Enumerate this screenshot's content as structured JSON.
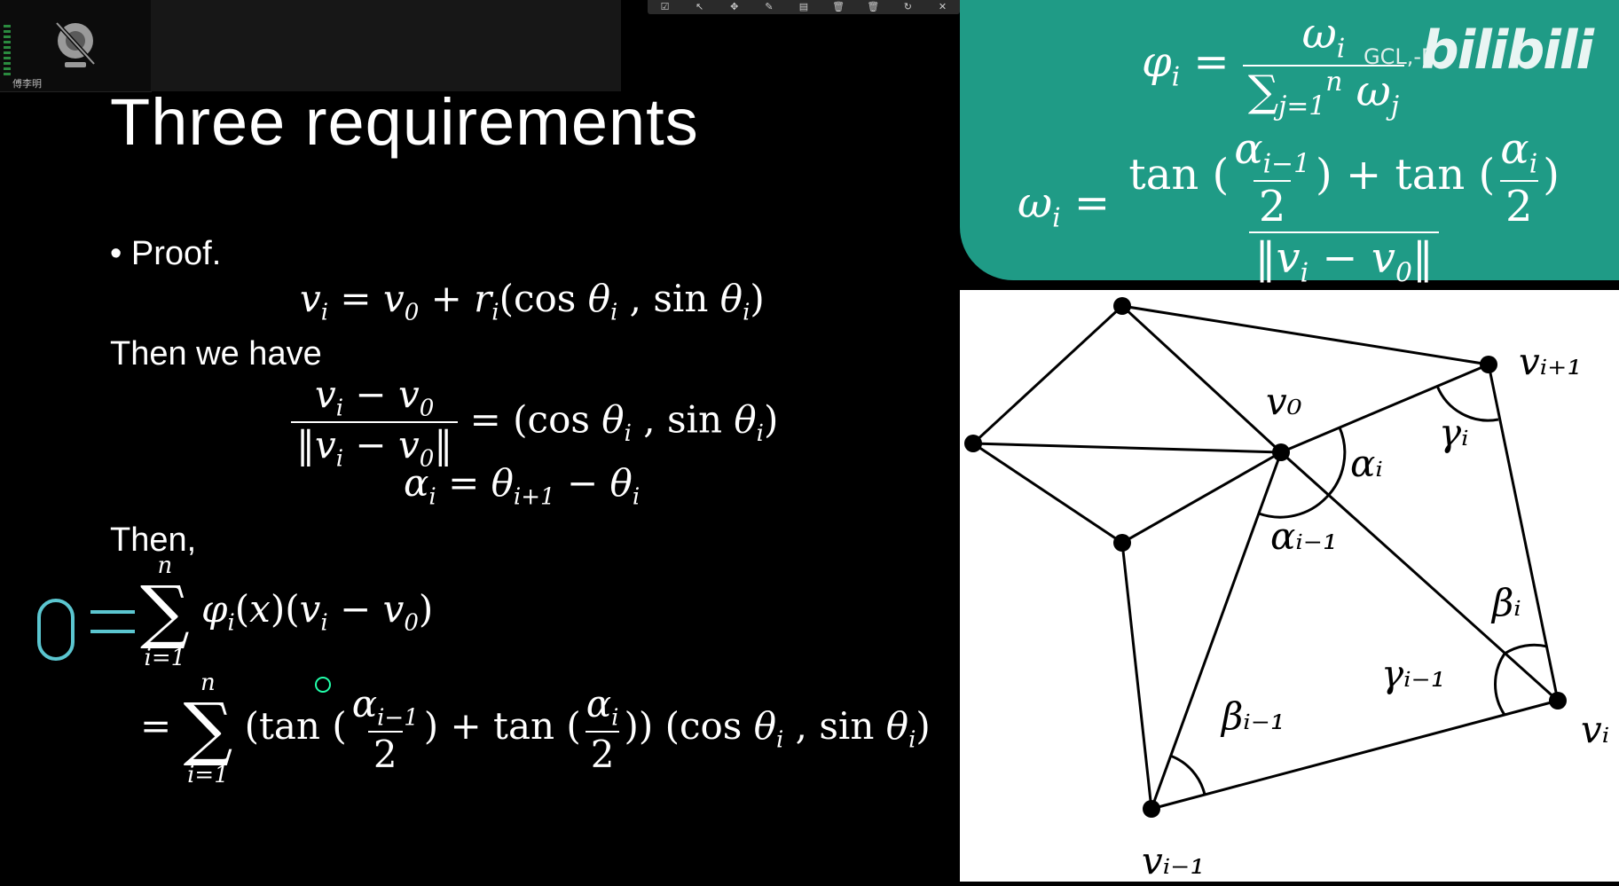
{
  "webcam": {
    "name": "傅李明",
    "icon": "camera-off-icon"
  },
  "toolbar": {
    "icons": [
      "☑",
      "↖",
      "✥",
      "✎",
      "▤",
      "🗑",
      "🗑",
      "↻",
      "✕"
    ]
  },
  "slide": {
    "title": "Three requirements",
    "bullet": "Proof.",
    "then_we_have": "Then we have",
    "then": "Then,"
  },
  "overlay": {
    "watermark": "bilibili",
    "residual_text": "GCL,-F"
  },
  "diagram": {
    "labels": {
      "v0": "v₀",
      "vi": "vᵢ",
      "vi_plus_1": "vᵢ₊₁",
      "vi_minus_1": "vᵢ₋₁",
      "alpha_i": "αᵢ",
      "alpha_i_minus_1": "αᵢ₋₁",
      "beta_i": "βᵢ",
      "beta_i_minus_1": "βᵢ₋₁",
      "gamma_i": "γᵢ",
      "gamma_i_minus_1": "γᵢ₋₁"
    }
  },
  "colors": {
    "accent_green": "#1f9b86",
    "annotation": "#5bc6d0",
    "background": "#000000"
  }
}
